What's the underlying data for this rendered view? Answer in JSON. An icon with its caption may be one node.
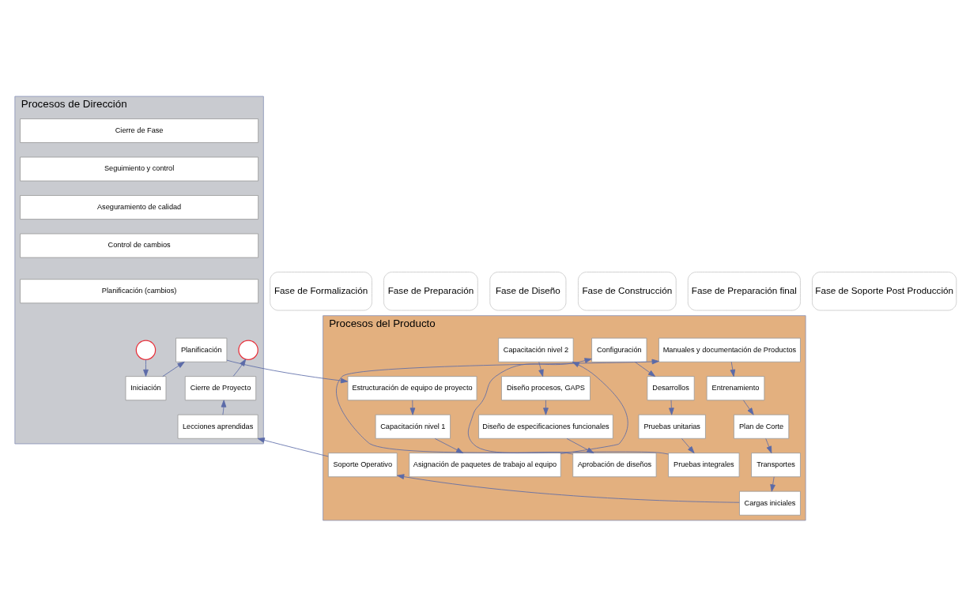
{
  "diagram": {
    "nodes": [
      {
        "text": [
          "Fase de Formalización"
        ]
      },
      {
        "text": [
          "Fase de Preparación"
        ]
      },
      {
        "text": [
          "Fase de Diseño"
        ]
      },
      {
        "text": [
          "Fase de Construcción"
        ]
      },
      {
        "text": [
          "Fase de Preparación final"
        ]
      },
      {
        "text": [
          "Fase de Soporte Post Producción"
        ]
      },
      {
        "text": [
          "Procesos de Dirección"
        ]
      },
      {
        "text": [
          "Procesos del Producto"
        ]
      },
      {
        "text": [
          "Cierre de Fase"
        ],
        "in": 6
      },
      {
        "text": [
          "Seguimiento y control"
        ],
        "in": 6
      },
      {
        "text": [
          "Aseguramiento de calidad"
        ],
        "in": 6
      },
      {
        "text": [],
        "shape": "circle",
        "in": 6
      },
      {
        "text": [
          "Iniciación"
        ],
        "in": 6
      },
      {
        "text": [
          "Planificación"
        ],
        "in": 6
      },
      {
        "text": [
          "Control de cambios"
        ],
        "in": 6
      },
      {
        "text": [
          "Planificación (cambios)"
        ],
        "in": 6
      },
      {
        "text": [],
        "shape": "circle",
        "in": 6
      },
      {
        "text": [
          "Cierre de Proyecto"
        ],
        "in": 6
      },
      {
        "text": [
          "Lecciones aprendidas"
        ],
        "in": 6
      },
      {
        "text": [
          "Estructuración de equipo de proyecto"
        ],
        "in": 7
      },
      {
        "text": [
          "Capacitación nivel 1"
        ],
        "in": 7
      },
      {
        "text": [
          "Asignación de paquetes de trabajo al equipo"
        ],
        "in": 7
      },
      {
        "text": [
          "Capacitación nivel 2"
        ],
        "in": 7
      },
      {
        "text": [
          "Diseño procesos, GAPS"
        ],
        "in": 7
      },
      {
        "text": [
          "Diseño de especificaciones funcionales"
        ],
        "in": 7
      },
      {
        "text": [
          "Aprobación de diseños"
        ],
        "in": 7
      },
      {
        "text": [
          "Configuración"
        ],
        "in": 7
      },
      {
        "text": [
          "Desarrollos"
        ],
        "in": 7
      },
      {
        "text": [
          "Pruebas unitarias"
        ],
        "in": 7
      },
      {
        "text": [
          "Pruebas integrales"
        ],
        "in": 7
      },
      {
        "text": [
          "Manuales y documentación de Productos"
        ],
        "in": 7
      },
      {
        "text": [
          "Entrenamiento"
        ],
        "in": 7
      },
      {
        "text": [
          "Plan de Corte"
        ],
        "in": 7
      },
      {
        "text": [
          "Transportes"
        ],
        "in": 7
      },
      {
        "text": [
          "Cargas iniciales"
        ],
        "in": 7
      },
      {
        "text": [
          "Soporte Operativo"
        ],
        "in": 7
      }
    ],
    "edges": [
      {
        "from": 11,
        "to": 12,
        "arrow": "to"
      },
      {
        "from": 12,
        "to": 13,
        "arrow": "to"
      },
      {
        "from": 13,
        "to": 19,
        "arrow": "to"
      },
      {
        "from": 19,
        "to": 20,
        "arrow": "to"
      },
      {
        "from": 20,
        "to": 21,
        "arrow": "to"
      },
      {
        "from": 21,
        "to": 22,
        "arrow": "to"
      },
      {
        "from": 22,
        "to": 23,
        "arrow": "to"
      },
      {
        "from": 23,
        "to": 24,
        "arrow": "to"
      },
      {
        "from": 24,
        "to": 25,
        "arrow": "to"
      },
      {
        "from": 25,
        "to": 26,
        "arrow": "to"
      },
      {
        "from": 26,
        "to": 27,
        "arrow": "to"
      },
      {
        "from": 27,
        "to": 28,
        "arrow": "to"
      },
      {
        "from": 28,
        "to": 29,
        "arrow": "to"
      },
      {
        "from": 29,
        "to": 30,
        "arrow": "to"
      },
      {
        "from": 30,
        "to": 31,
        "arrow": "to"
      },
      {
        "from": 31,
        "to": 32,
        "arrow": "to"
      },
      {
        "from": 32,
        "to": 33,
        "arrow": "to"
      },
      {
        "from": 33,
        "to": 34,
        "arrow": "to"
      },
      {
        "from": 34,
        "to": 35,
        "arrow": "to"
      },
      {
        "from": 35,
        "to": 18,
        "arrow": "to"
      },
      {
        "from": 18,
        "to": 17,
        "arrow": "to"
      },
      {
        "from": 17,
        "to": 16,
        "arrow": "to"
      }
    ]
  }
}
